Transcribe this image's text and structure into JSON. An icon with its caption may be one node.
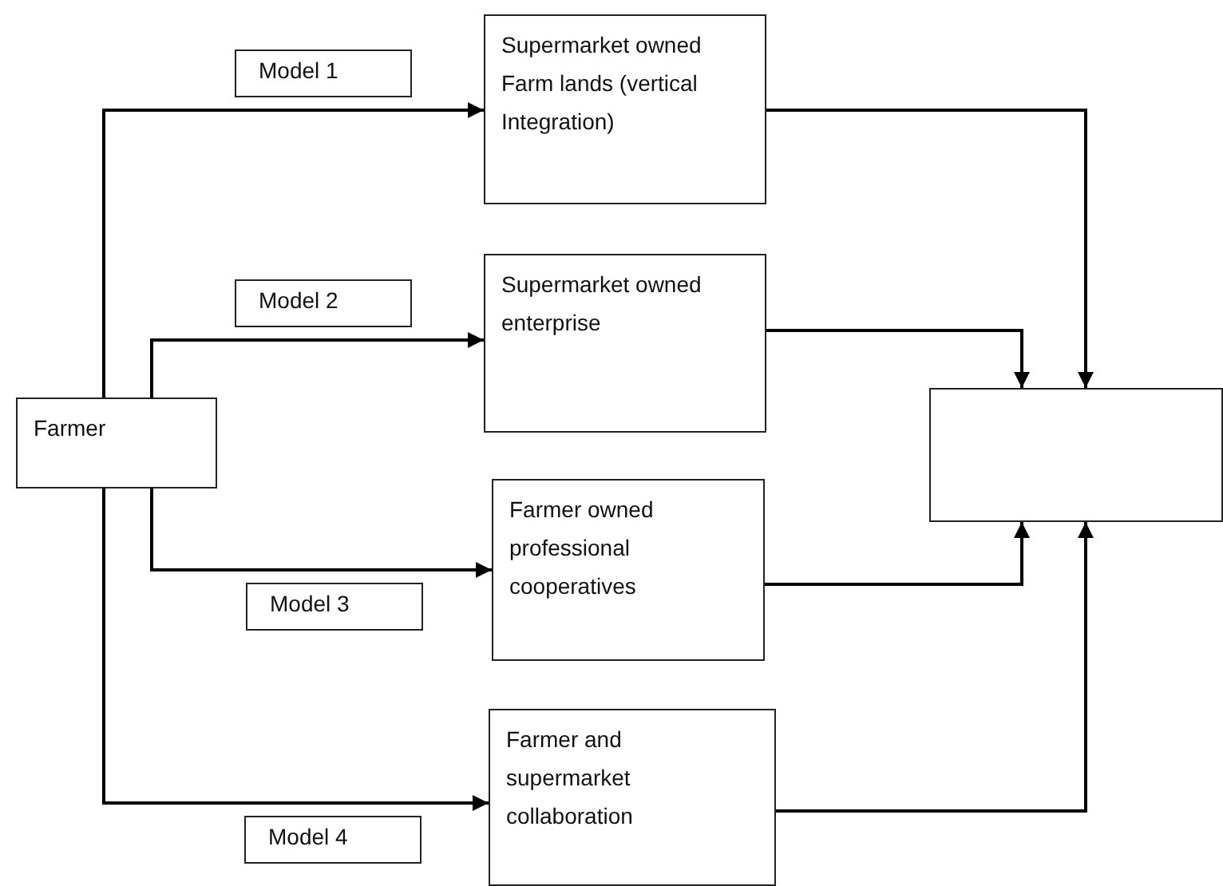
{
  "diagram": {
    "nodes": [
      {
        "text": [
          "Farmer"
        ]
      },
      {
        "text": [
          "Supermarket owned Farm lands (vertical Integration)"
        ]
      },
      {
        "text": [
          "Supermarket owned enterprise"
        ]
      },
      {
        "text": [
          "Farmer owned professional cooperatives"
        ]
      },
      {
        "text": [
          "Farmer and supermarket collaboration"
        ]
      },
      {
        "text": [],
        "shape": "box"
      }
    ],
    "edges": [
      {
        "from": 0,
        "to": 1,
        "arrow": "to",
        "label": "Model 1"
      },
      {
        "from": 0,
        "to": 2,
        "arrow": "to",
        "label": "Model 2"
      },
      {
        "from": 0,
        "to": 3,
        "arrow": "to",
        "label": "Model 3"
      },
      {
        "from": 0,
        "to": 4,
        "arrow": "to",
        "label": "Model 4"
      },
      {
        "from": 1,
        "to": 5,
        "arrow": "to"
      },
      {
        "from": 2,
        "to": 5,
        "arrow": "to"
      },
      {
        "from": 3,
        "to": 5,
        "arrow": "to"
      },
      {
        "from": 4,
        "to": 5,
        "arrow": "to"
      }
    ]
  }
}
